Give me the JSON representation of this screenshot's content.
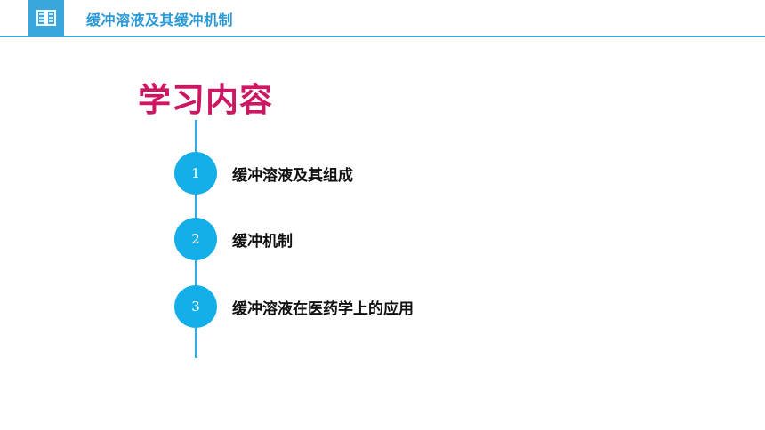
{
  "header": {
    "icon": "book-icon",
    "title": "缓冲溶液及其缓冲机制",
    "accent_color": "#3aa7df"
  },
  "content": {
    "title": "学习内容",
    "title_color": "#cc1762",
    "items": [
      {
        "number": "1",
        "label": "缓冲溶液及其组成"
      },
      {
        "number": "2",
        "label": "缓冲机制"
      },
      {
        "number": "3",
        "label": "缓冲溶液在医药学上的应用"
      }
    ]
  }
}
